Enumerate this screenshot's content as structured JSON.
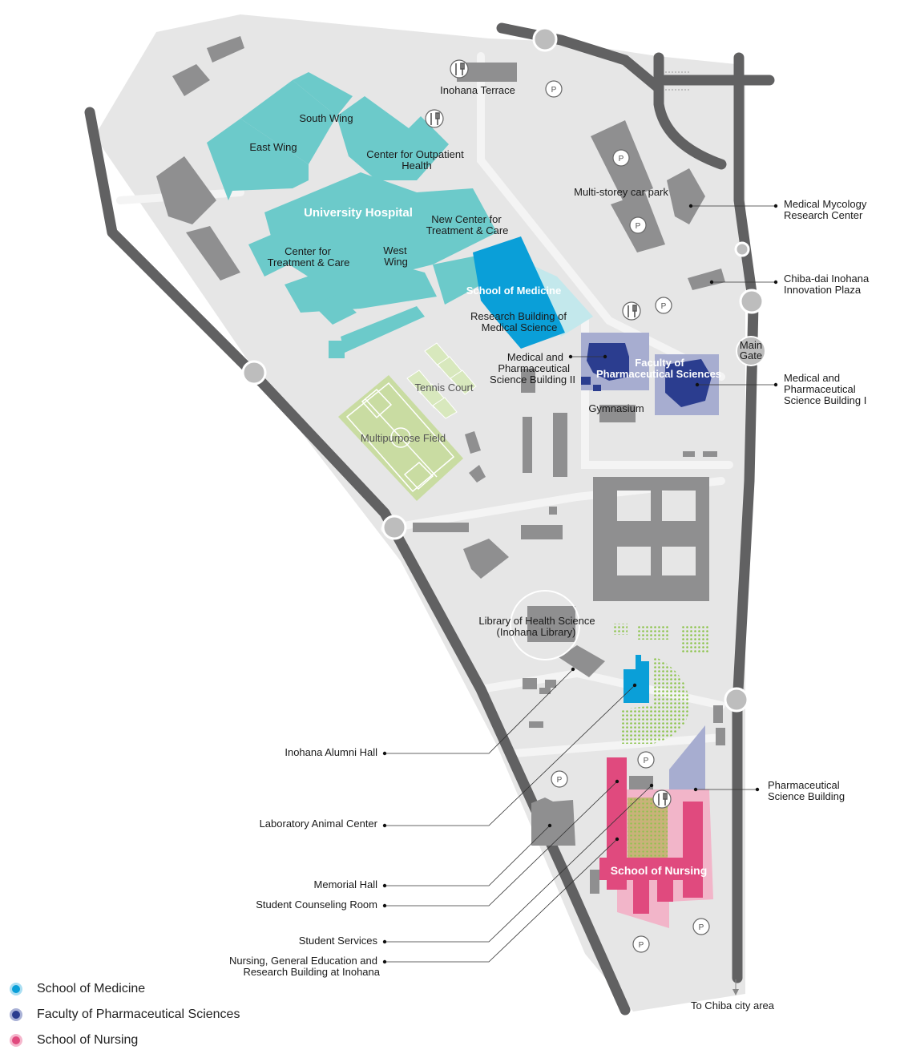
{
  "colors": {
    "medicine": "#0a9fd8",
    "pharma": "#2b3d8f",
    "nursing": "#e04a7e",
    "hospital": "#6ccaca",
    "ground": "#e6e6e6",
    "building": "#8f8f90",
    "road": "#616162",
    "field": "#c9dca2"
  },
  "labels": {
    "inohana_terrace": "Inohana Terrace",
    "south_wing": "South Wing",
    "east_wing": "East Wing",
    "outpatient_1": "Center for Outpatient",
    "outpatient_2": "Health",
    "university_hospital": "University Hospital",
    "new_center_1": "New Center for",
    "new_center_2": "Treatment & Care",
    "center_treatment_1": "Center for",
    "center_treatment_2": "Treatment & Care",
    "west_wing_1": "West",
    "west_wing_2": "Wing",
    "school_of_medicine": "School of Medicine",
    "research_med_1": "Research Building of",
    "research_med_2": "Medical Science",
    "multi_storey": "Multi-storey car park",
    "mycology_1": "Medical Mycology",
    "mycology_2": "Research Center",
    "innovation_1": "Chiba-dai Inohana",
    "innovation_2": "Innovation Plaza",
    "main_gate_1": "Main",
    "main_gate_2": "Gate",
    "pharma_bldg2_1": "Medical and",
    "pharma_bldg2_2": "Pharmaceutical",
    "pharma_bldg2_3": "Science Building  II",
    "faculty_pharma_1": "Faculty of",
    "faculty_pharma_2": "Pharmaceutical Sciences",
    "pharma_bldg1_1": "Medical and",
    "pharma_bldg1_2": "Pharmaceutical",
    "pharma_bldg1_3": "Science Building I",
    "tennis_court": "Tennis Court",
    "gymnasium": "Gymnasium",
    "multipurpose_field": "Multipurpose Field",
    "library_1": "Library of Health Science",
    "library_2": "(Inohana Library)",
    "alumni_hall": "Inohana Alumni Hall",
    "lab_animal": "Laboratory Animal Center",
    "memorial_hall": "Memorial Hall",
    "counseling": "Student Counseling Room",
    "student_services": "Student Services",
    "nursing_bldg_1": "Nursing, General Education and",
    "nursing_bldg_2": "Research Building at Inohana",
    "pharma_science_bldg_1": "Pharmaceutical",
    "pharma_science_bldg_2": "Science Building",
    "school_of_nursing": "School of Nursing",
    "to_chiba": "To Chiba city area",
    "parking_symbol": "P"
  },
  "legend": [
    {
      "label": "School of Medicine",
      "color": "#0a9fd8",
      "ring": "#a9def2"
    },
    {
      "label": "Faculty of Pharmaceutical Sciences",
      "color": "#2b3d8f",
      "ring": "#a9b1d6"
    },
    {
      "label": "School of Nursing",
      "color": "#e04a7e",
      "ring": "#f5b6cc"
    }
  ]
}
